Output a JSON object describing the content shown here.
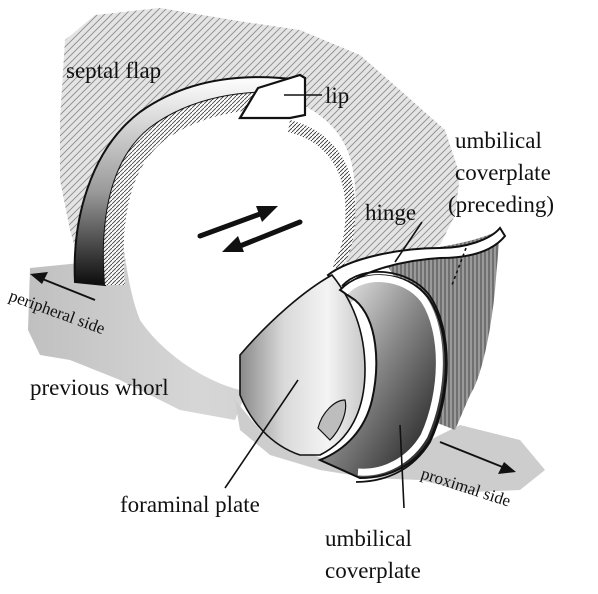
{
  "diagram": {
    "labels": {
      "septal_flap": "septal flap",
      "lip": "lip",
      "umbilical_coverplate_preceding_line1": "umbilical",
      "umbilical_coverplate_preceding_line2": "coverplate",
      "umbilical_coverplate_preceding_line3": "(preceding)",
      "hinge": "hinge",
      "peripheral_side": "peripheral side",
      "previous_whorl": "previous whorl",
      "foraminal_plate": "foraminal plate",
      "proximal_side": "proximal side",
      "umbilical_coverplate_line1": "umbilical",
      "umbilical_coverplate_line2": "coverplate"
    },
    "colors": {
      "outline": "#111111",
      "hatch_region": "#d2d2d2",
      "hatch_pattern": "#9a9a9a",
      "whorl_band": "#c8c8c8",
      "dark_shading": "#1a1a1a"
    }
  }
}
